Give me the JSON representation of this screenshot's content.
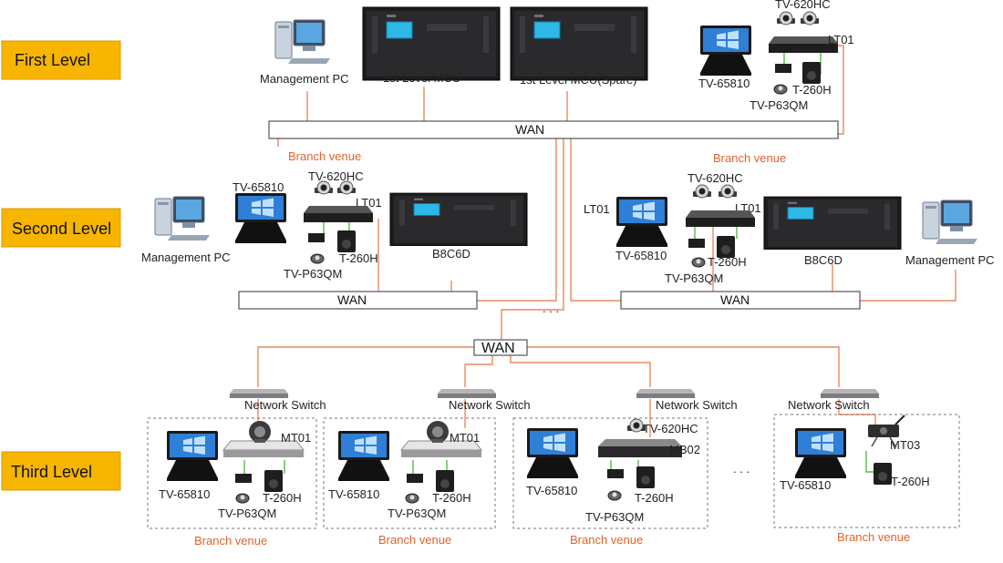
{
  "levels": {
    "first": "First Level",
    "second": "Second Level",
    "third": "Third Level"
  },
  "first": {
    "management_pc": "Management PC",
    "mcu": "1st Level MCU",
    "mcu_spare": "1st Level MCU(Spare)",
    "camera_model": "TV-620HC",
    "codec": "LT01",
    "display": "TV-65810",
    "mic": "TV-P63QM",
    "speaker": "T-260H",
    "wan": "WAN"
  },
  "second_left": {
    "venue": "Branch venue",
    "camera_model": "TV-620HC",
    "display": "TV-65810",
    "codec": "LT01",
    "management_pc": "Management PC",
    "speaker": "T-260H",
    "mic": "TV-P63QM",
    "mcu": "B8C6D",
    "wan": "WAN"
  },
  "second_right": {
    "venue": "Branch venue",
    "camera_model": "TV-620HC",
    "display_codec": "LT01",
    "codec": "LT01",
    "display": "TV-65810",
    "speaker": "T-260H",
    "mic": "TV-P63QM",
    "mcu": "B8C6D",
    "management_pc": "Management PC",
    "wan": "WAN"
  },
  "second_ellipsis": ". . .",
  "third": {
    "wan": "WAN",
    "ellipsis": ". . .",
    "venues": [
      {
        "switch": "Network Switch",
        "terminal": "MT01",
        "display": "TV-65810",
        "speaker": "T-260H",
        "mic": "TV-P63QM",
        "venue": "Branch venue"
      },
      {
        "switch": "Network Switch",
        "terminal": "MT01",
        "display": "TV-65810",
        "speaker": "T-260H",
        "mic": "TV-P63QM",
        "venue": "Branch venue"
      },
      {
        "switch": "Network Switch",
        "camera_model": "TV-620HC",
        "terminal": "MB02",
        "display": "TV-65810",
        "speaker": "T-260H",
        "mic": "TV-P63QM",
        "venue": "Branch venue"
      },
      {
        "switch": "Network Switch",
        "terminal": "MT03",
        "display": "TV-65810",
        "speaker": "T-260H",
        "venue": "Branch venue"
      }
    ]
  },
  "colors": {
    "level_badge": "#f7b500",
    "venue_text": "#e2622c",
    "link_orange": "#e88a5e",
    "link_green": "#59b94a"
  }
}
